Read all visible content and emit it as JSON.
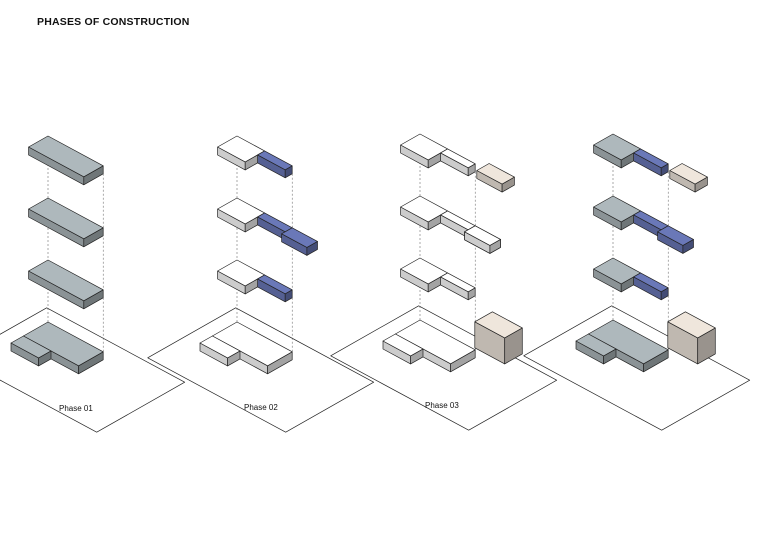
{
  "page": {
    "title": "PHASES OF CONSTRUCTION"
  },
  "phases": [
    {
      "label": "Phase 01"
    },
    {
      "label": "Phase 02"
    },
    {
      "label": "Phase 03"
    },
    {
      "label": ""
    }
  ],
  "colors": {
    "existing": "#aeb8bc",
    "phase02_addition": "#6a78b8",
    "phase03_addition": "#efe6dc",
    "blank": "#ffffff",
    "line": "#222222"
  }
}
